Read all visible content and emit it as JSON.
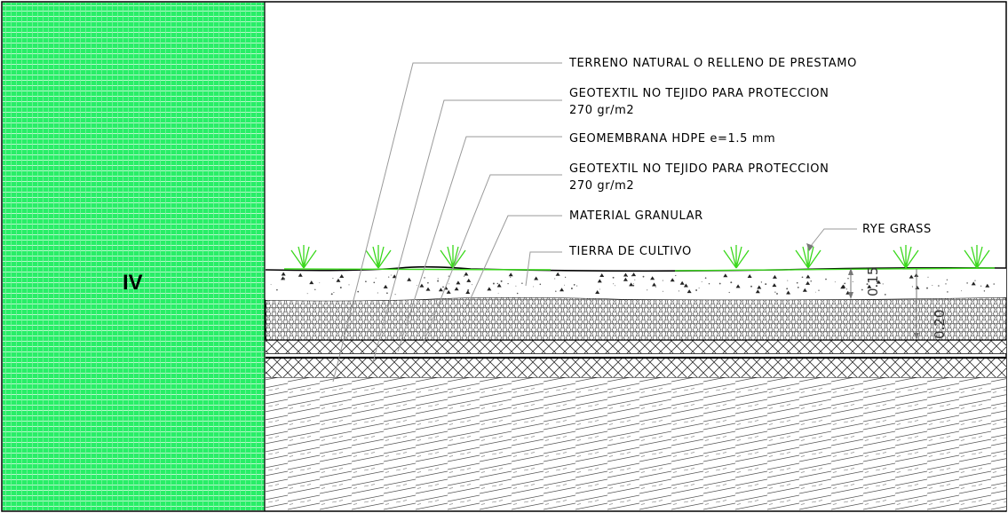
{
  "zone_label": "IV",
  "layers": {
    "terreno": "TERRENO NATURAL O RELLENO DE PRESTAMO",
    "geotextil_top_line1": "GEOTEXTIL NO TEJIDO PARA PROTECCION",
    "geotextil_top_line2": "270 gr/m2",
    "geomembrana": "GEOMEMBRANA HDPE e=1.5 mm",
    "geotextil_bottom_line1": "GEOTEXTIL NO TEJIDO PARA PROTECCION",
    "geotextil_bottom_line2": "270 gr/m2",
    "material_granular": "MATERIAL GRANULAR",
    "tierra_cultivo": "TIERRA DE CULTIVO",
    "rye_grass": "RYE GRASS"
  },
  "dimensions": {
    "topsoil": "0.15",
    "total": "0.20"
  },
  "colors": {
    "zone_fill": "#28ee67",
    "zone_grid": "#a6f7bf",
    "grass": "#3ad81c",
    "leader": "#9a9a9a"
  }
}
